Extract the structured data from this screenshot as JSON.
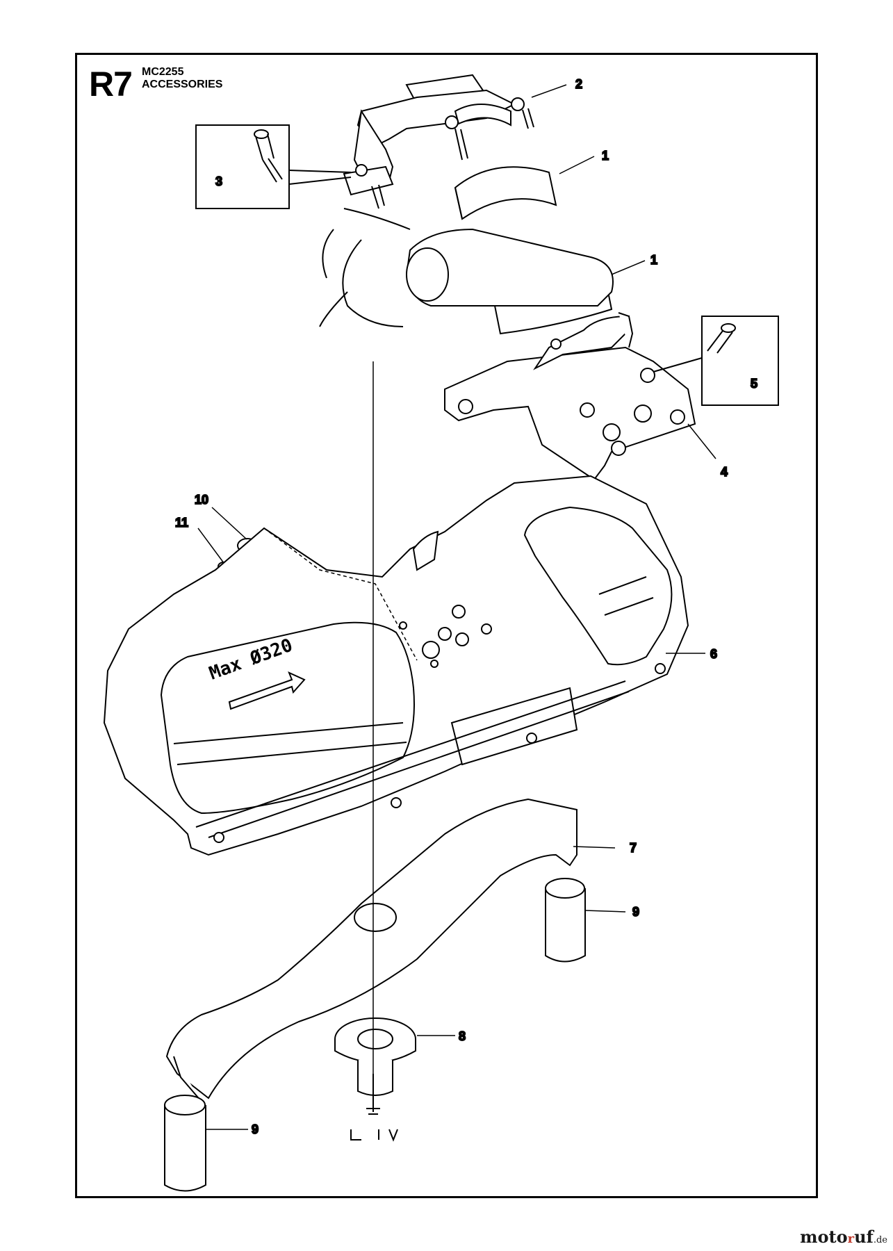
{
  "header": {
    "code": "R7",
    "model": "MC2255",
    "section": "ACCESSORIES"
  },
  "callouts": [
    {
      "id": "c2",
      "text": "2"
    },
    {
      "id": "c1a",
      "text": "1"
    },
    {
      "id": "c3",
      "text": "3"
    },
    {
      "id": "c1b",
      "text": "1"
    },
    {
      "id": "c5",
      "text": "5"
    },
    {
      "id": "c4",
      "text": "4"
    },
    {
      "id": "c10",
      "text": "10"
    },
    {
      "id": "c11",
      "text": "11"
    },
    {
      "id": "c6",
      "text": "6"
    },
    {
      "id": "c7",
      "text": "7"
    },
    {
      "id": "c9a",
      "text": "9"
    },
    {
      "id": "c8",
      "text": "8"
    },
    {
      "id": "c9b",
      "text": "9"
    }
  ],
  "guard_marking": "Max Ø320",
  "watermark": {
    "name": "moto",
    "mark": "r",
    "rest": "uf",
    "tld": ".de"
  }
}
